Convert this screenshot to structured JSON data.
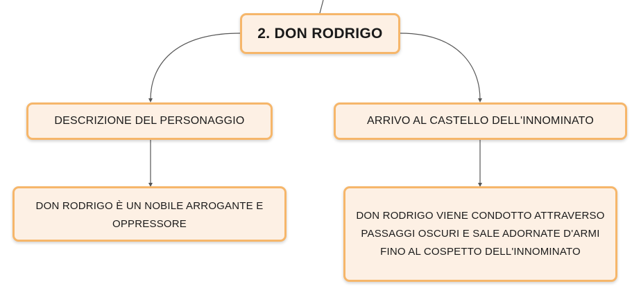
{
  "root": {
    "label": "2. DON RODRIGO"
  },
  "branches": [
    {
      "title": "DESCRIZIONE DEL PERSONAGGIO",
      "detail": "DON RODRIGO È UN NOBILE ARROGANTE E OPPRESSORE"
    },
    {
      "title": "ARRIVO AL CASTELLO DELL'INNOMINATO",
      "detail": "DON RODRIGO VIENE CONDOTTO ATTRAVERSO PASSAGGI OSCURI E SALE ADORNATE D'ARMI FINO AL COSPETTO DELL'INNOMINATO"
    }
  ],
  "colors": {
    "node_fill": "#fdf0e4",
    "node_border": "#f6b66a",
    "connector": "#555555"
  }
}
